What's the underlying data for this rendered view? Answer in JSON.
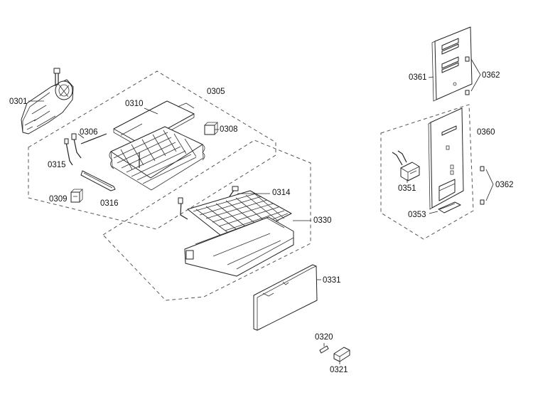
{
  "labels": {
    "p0301": "0301",
    "p0305": "0305",
    "p0306": "0306",
    "p0308": "0308",
    "p0309": "0309",
    "p0310": "0310",
    "p0314": "0314",
    "p0315": "0315",
    "p0316": "0316",
    "p0320": "0320",
    "p0321": "0321",
    "p0330": "0330",
    "p0331": "0331",
    "p0351": "0351",
    "p0353": "0353",
    "p0360": "0360",
    "p0361": "0361",
    "p0362a": "0362",
    "p0362b": "0362"
  }
}
